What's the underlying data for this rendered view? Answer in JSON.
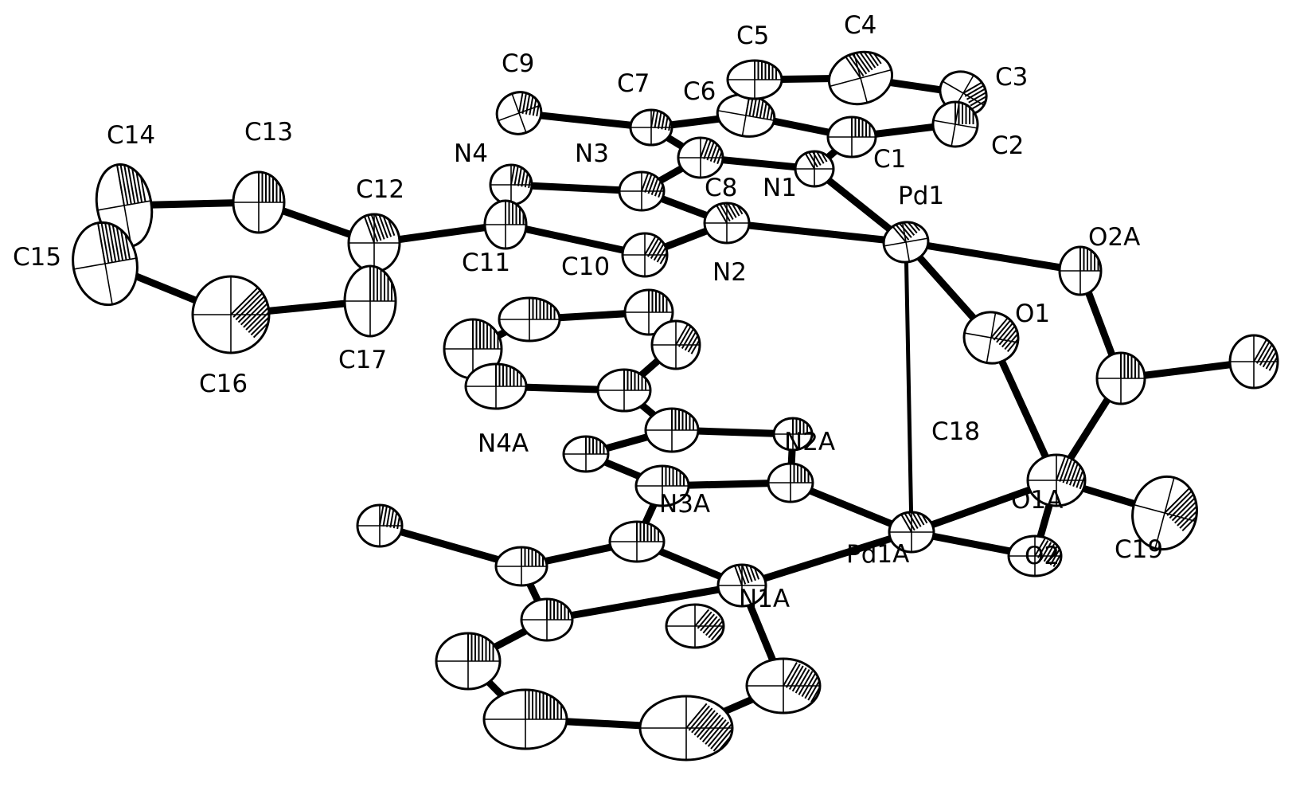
{
  "figure": {
    "type": "ORTEP crystal structure drawing",
    "ink_color": "#000000",
    "background_color": "#ffffff"
  },
  "atom_labels": [
    "C1",
    "C2",
    "C3",
    "C4",
    "C5",
    "C6",
    "C7",
    "C8",
    "C9",
    "C10",
    "C11",
    "C12",
    "C13",
    "C14",
    "C15",
    "C16",
    "C17",
    "C18",
    "C19",
    "N1",
    "N2",
    "N3",
    "N4",
    "N1A",
    "N2A",
    "N3A",
    "N4A",
    "O1",
    "O2",
    "O1A",
    "O2A",
    "Pd1",
    "Pd1A"
  ],
  "labels": {
    "C1": "C1",
    "C2": "C2",
    "C3": "C3",
    "C4": "C4",
    "C5": "C5",
    "C6": "C6",
    "C7": "C7",
    "C8": "C8",
    "C9": "C9",
    "C10": "C10",
    "C11": "C11",
    "C12": "C12",
    "C13": "C13",
    "C14": "C14",
    "C15": "C15",
    "C16": "C16",
    "C17": "C17",
    "C18": "C18",
    "C19": "C19",
    "N1": "N1",
    "N2": "N2",
    "N3": "N3",
    "N4": "N4",
    "N1A": "N1A",
    "N2A": "N2A",
    "N3A": "N3A",
    "N4A": "N4A",
    "O1": "O1",
    "O2": "O2",
    "O1A": "O1A",
    "O2A": "O2A",
    "Pd1": "Pd1",
    "Pd1A": "Pd1A"
  }
}
